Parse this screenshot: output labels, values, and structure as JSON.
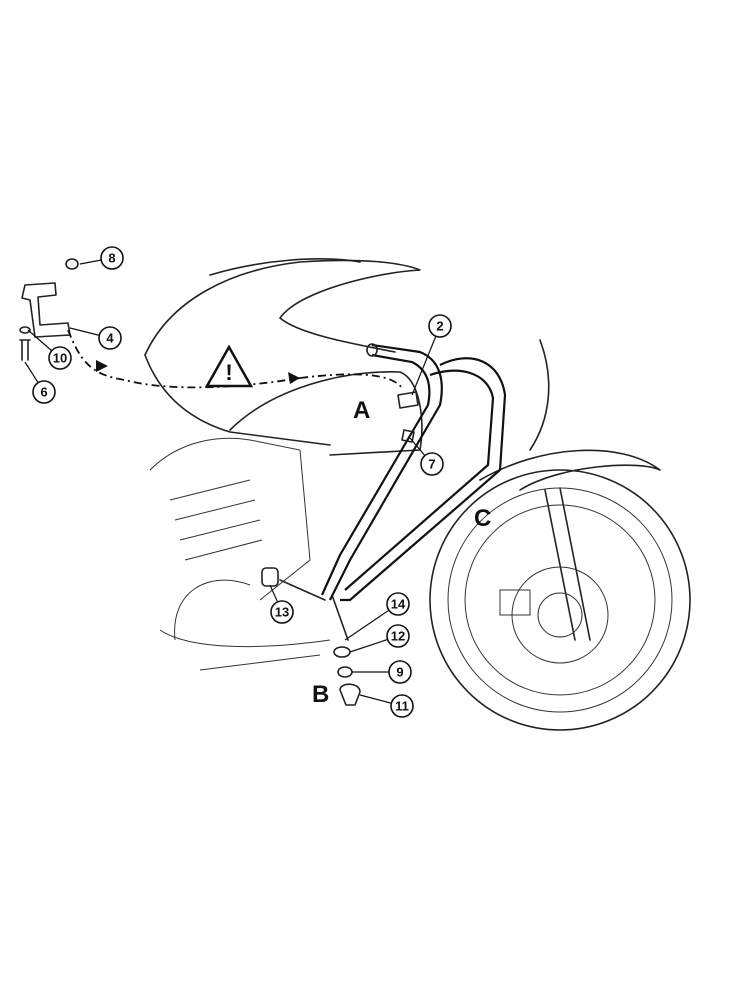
{
  "diagram": {
    "title": "Engine guard mounting diagram",
    "section_labels": [
      "A",
      "B",
      "C"
    ],
    "warning_symbol": "!",
    "callouts": [
      "8",
      "4",
      "10",
      "6",
      "2",
      "7",
      "13",
      "14",
      "12",
      "9",
      "11"
    ]
  }
}
